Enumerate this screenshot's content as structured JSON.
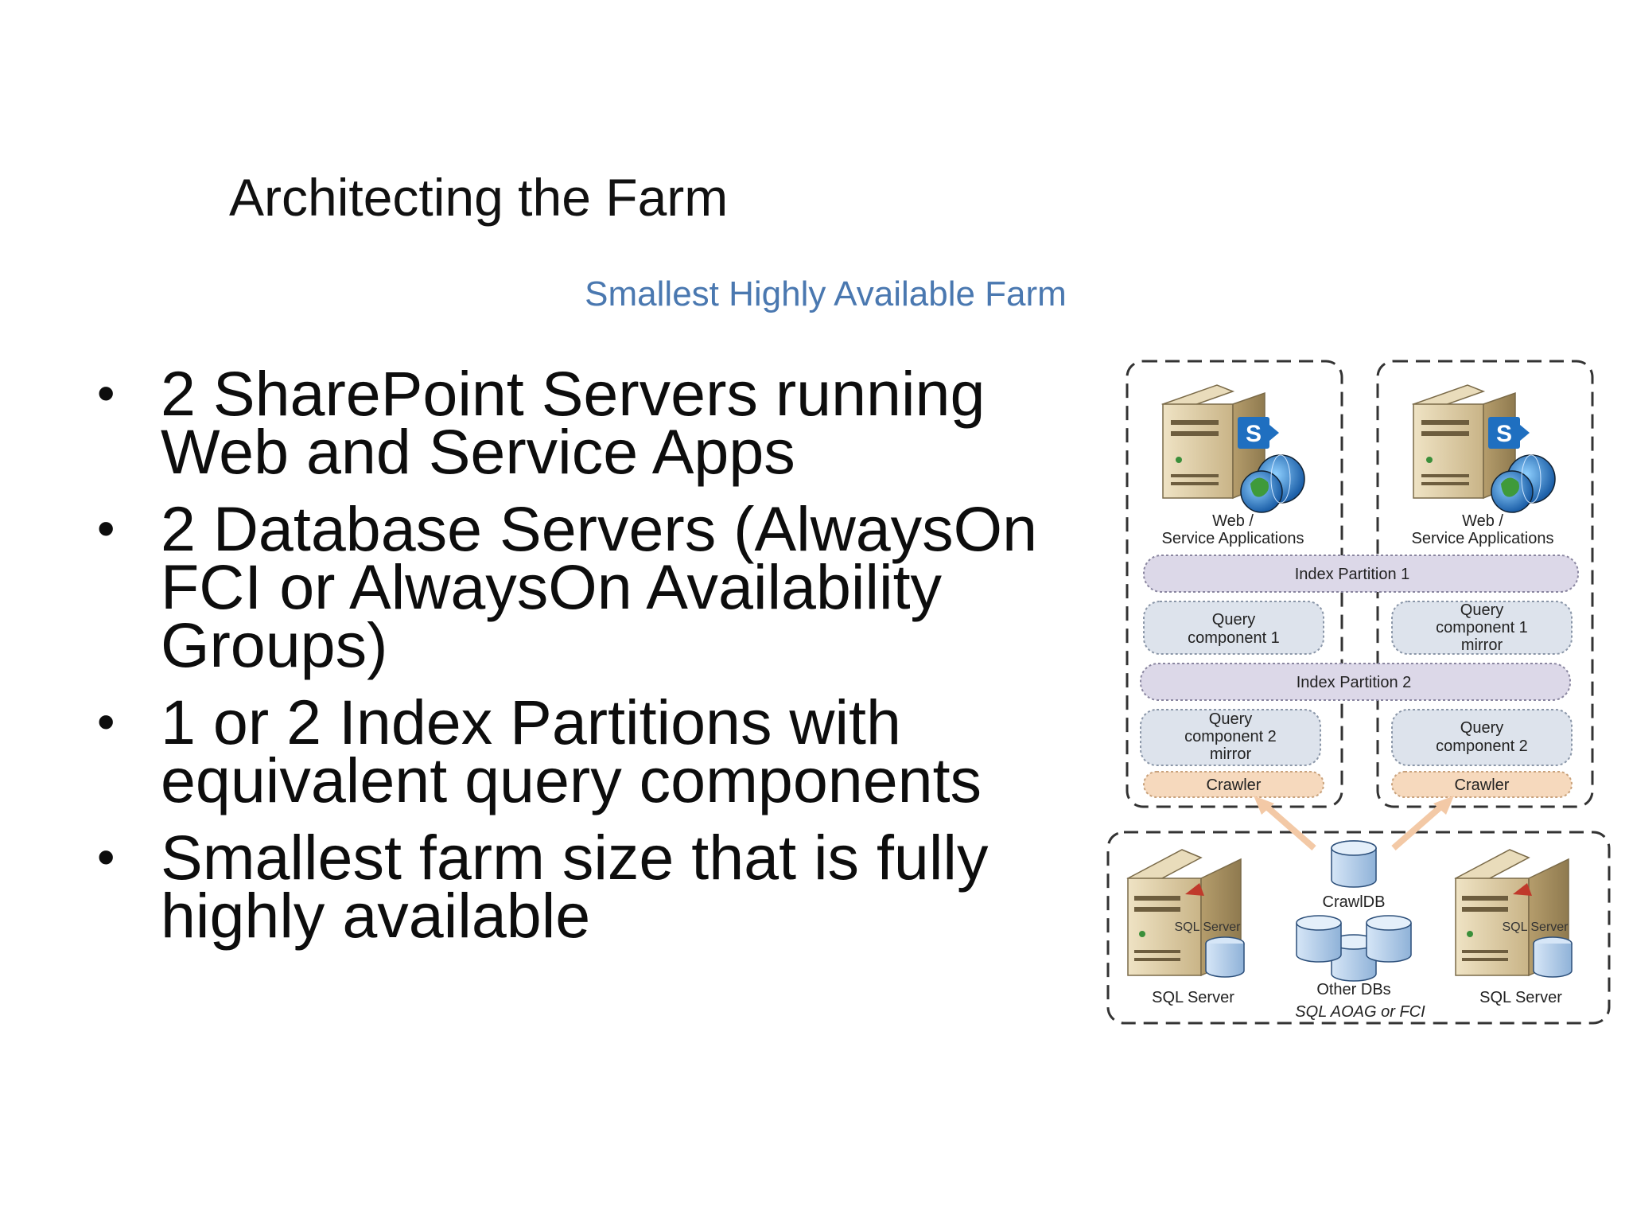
{
  "slide": {
    "title": "Architecting the Farm",
    "subtitle": "Smallest Highly Available Farm",
    "bullets": [
      "2 SharePoint Servers running Web and Service Apps",
      "2 Database Servers (AlwaysOn FCI or AlwaysOn Availability Groups)",
      "1 or 2 Index Partitions with equivalent query components",
      "Smallest farm size that is fully highly available"
    ],
    "bullet_marker": "•"
  },
  "diagram": {
    "web_server_left_label_line1": "Web /",
    "web_server_left_label_line2": "Service Applications",
    "web_server_right_label_line1": "Web /",
    "web_server_right_label_line2": "Service Applications",
    "index_partition_1": "Index Partition 1",
    "index_partition_2": "Index Partition 2",
    "query_component_1_line1": "Query",
    "query_component_1_line2": "component 1",
    "query_component_1_mirror_line1": "Query",
    "query_component_1_mirror_line2": "component 1",
    "query_component_1_mirror_line3": "mirror",
    "query_component_2_mirror_line1": "Query",
    "query_component_2_mirror_line2": "component 2",
    "query_component_2_mirror_line3": "mirror",
    "query_component_2_line1": "Query",
    "query_component_2_line2": "component 2",
    "crawler_left": "Crawler",
    "crawler_right": "Crawler",
    "crawl_db": "CrawlDB",
    "other_dbs": "Other DBs",
    "sql_server_left": "SQL Server",
    "sql_server_right": "SQL Server",
    "sql_logo_text": "SQL Server",
    "sql_aoag": "SQL AOAG or FCI",
    "sharepoint_logo_text": "S",
    "colors": {
      "index_fill": "#dcd8e8",
      "query_fill": "#dde3ec",
      "crawler_fill": "#f6d9bd",
      "server_body": "#d9c8a0",
      "db_fill": "#bcd3ec",
      "sharepoint_blue": "#1f6fc0",
      "arrow": "#f3c9a6"
    }
  }
}
